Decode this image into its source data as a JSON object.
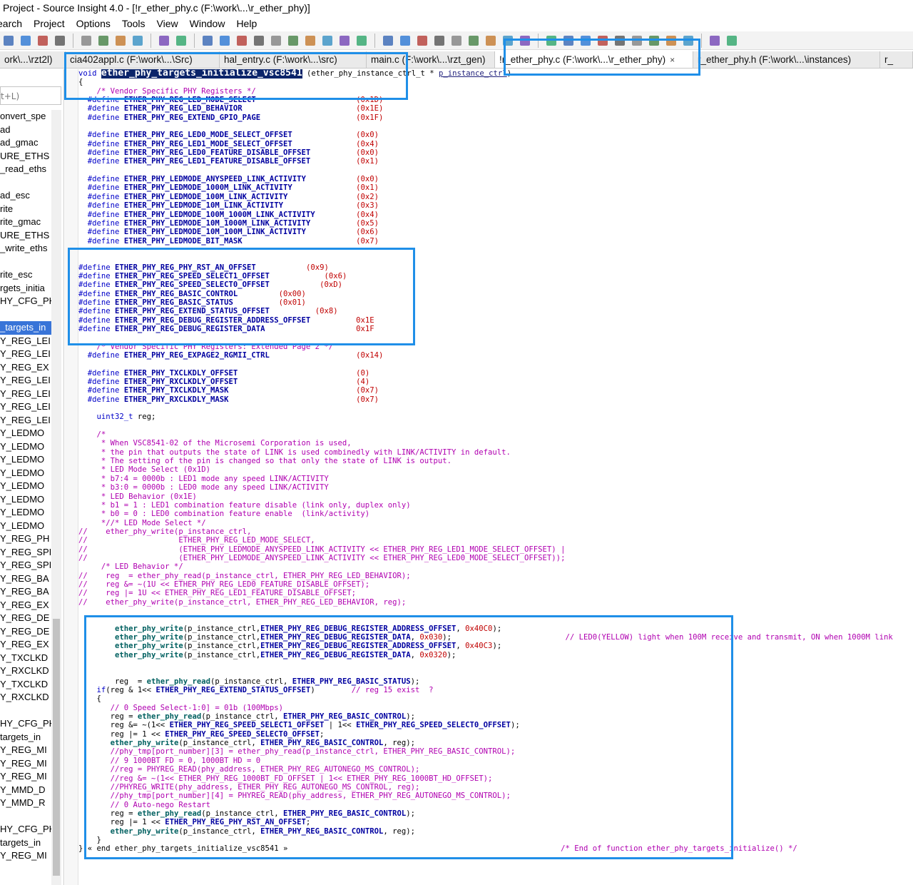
{
  "window": {
    "title": "Project - Source Insight 4.0 - [!r_ether_phy.c (F:\\work\\...\\r_ether_phy)]"
  },
  "menu": [
    "earch",
    "Project",
    "Options",
    "Tools",
    "View",
    "Window",
    "Help"
  ],
  "toolbar_icons": [
    "file-open-icon",
    "save-icon",
    "save-all-icon",
    "close-icon",
    "print-icon",
    "cut-icon",
    "copy-icon",
    "paste-icon",
    "undo-icon",
    "redo-icon",
    "select-icon",
    "jump-up-icon",
    "jump-down-icon",
    "bookmark-icon",
    "replace-icon",
    "browse-icon",
    "find-prev-icon",
    "find-next-icon",
    "go-back-icon",
    "go-forward-icon",
    "project-icon",
    "symbol-icon",
    "relation-icon",
    "context-icon",
    "lookup-icon",
    "window-icon",
    "split-icon",
    "tile-icon",
    "cascade-icon",
    "sync-icon",
    "refresh-icon",
    "outline-icon",
    "report-icon",
    "options-icon",
    "keys-icon",
    "tree-icon",
    "plugin-icon",
    "compare-icon",
    "grid-icon",
    "add-icon"
  ],
  "tabs": [
    {
      "label": "ork\\...\\rzt2l)",
      "active": false
    },
    {
      "label": "cia402appl.c (F:\\work\\...\\Src)",
      "active": false
    },
    {
      "label": "hal_entry.c (F:\\work\\...\\src)",
      "active": false
    },
    {
      "label": "main.c (F:\\work\\...\\rzt_gen)",
      "active": false
    },
    {
      "label": "!r_ether_phy.c (F:\\work\\...\\r_ether_phy)",
      "active": true,
      "close": "×"
    },
    {
      "label": "r_ether_phy.h (F:\\work\\...\\instances)",
      "active": false
    },
    {
      "label": "r_",
      "active": false
    }
  ],
  "left_panel": {
    "filter_label": "t+L)",
    "items": [
      "onvert_spe",
      "ad",
      "ad_gmac",
      "URE_ETHS",
      "_read_eths",
      "",
      "ad_esc",
      "rite",
      "rite_gmac",
      "URE_ETHS",
      "_write_eths",
      "",
      "rite_esc",
      "rgets_initia",
      "HY_CFG_PH",
      "",
      "_targets_in",
      "Y_REG_LEI",
      "Y_REG_LEI",
      "Y_REG_EX",
      "Y_REG_LEI",
      "Y_REG_LEI",
      "Y_REG_LEI",
      "Y_REG_LEI",
      "Y_LEDMO",
      "Y_LEDMO",
      "Y_LEDMO",
      "Y_LEDMO",
      "Y_LEDMO",
      "Y_LEDMO",
      "Y_LEDMO",
      "Y_LEDMO",
      "Y_REG_PH",
      "Y_REG_SPI",
      "Y_REG_SPI",
      "Y_REG_BA",
      "Y_REG_BA",
      "Y_REG_EX",
      "Y_REG_DE",
      "Y_REG_DE",
      "Y_REG_EX",
      "Y_TXCLKD",
      "Y_RXCLKD",
      "Y_TXCLKD",
      "Y_RXCLKD",
      "",
      "HY_CFG_PH",
      "targets_in",
      "Y_REG_MI",
      "Y_REG_MI",
      "Y_REG_MI",
      "Y_MMD_D",
      "Y_MMD_R",
      "",
      "HY_CFG_PH",
      "targets_in",
      "Y_REG_MI"
    ],
    "selected_index": 16
  },
  "code": {
    "function_name": "ether_phy_targets_initialize_vsc8541",
    "lines": [
      "void ether_phy_targets_initialize_vsc8541 (ether_phy_instance_ctrl_t * p_instance_ctrl)",
      "{",
      "    /* Vendor Specific PHY Registers */",
      "  #define ETHER_PHY_REG_LED_MODE_SELECT                      (0x1D)",
      "  #define ETHER_PHY_REG_LED_BEHAVIOR                         (0x1E)",
      "  #define ETHER_PHY_REG_EXTEND_GPIO_PAGE                     (0x1F)",
      "",
      "  #define ETHER_PHY_REG_LED0_MODE_SELECT_OFFSET              (0x0)",
      "  #define ETHER_PHY_REG_LED1_MODE_SELECT_OFFSET              (0x4)",
      "  #define ETHER_PHY_REG_LED0_FEATURE_DISABLE_OFFSET          (0x0)",
      "  #define ETHER_PHY_REG_LED1_FEATURE_DISABLE_OFFSET          (0x1)",
      "",
      "  #define ETHER_PHY_LEDMODE_ANYSPEED_LINK_ACTIVITY           (0x0)",
      "  #define ETHER_PHY_LEDMODE_1000M_LINK_ACTIVITY              (0x1)",
      "  #define ETHER_PHY_LEDMODE_100M_LINK_ACTIVITY               (0x2)",
      "  #define ETHER_PHY_LEDMODE_10M_LINK_ACTIVITY                (0x3)",
      "  #define ETHER_PHY_LEDMODE_100M_1000M_LINK_ACTIVITY         (0x4)",
      "  #define ETHER_PHY_LEDMODE_10M_1000M_LINK_ACTIVITY          (0x5)",
      "  #define ETHER_PHY_LEDMODE_10M_100M_LINK_ACTIVITY           (0x6)",
      "  #define ETHER_PHY_LEDMODE_BIT_MASK                         (0x7)",
      "",
      "",
      "#define ETHER_PHY_REG_PHY_RST_AN_OFFSET           (0x9)",
      "#define ETHER_PHY_REG_SPEED_SELECT1_OFFSET            (0x6)",
      "#define ETHER_PHY_REG_SPEED_SELECT0_OFFSET           (0xD)",
      "#define ETHER_PHY_REG_BASIC_CONTROL         (0x00)",
      "#define ETHER_PHY_REG_BASIC_STATUS          (0x01)",
      "#define ETHER_PHY_REG_EXTEND_STATUS_OFFSET          (0x8)",
      "#define ETHER_PHY_REG_DEBUG_REGISTER_ADDRESS_OFFSET          0x1E",
      "#define ETHER_PHY_REG_DEBUG_REGISTER_DATA                    0x1F",
      "",
      "    /* Vendor Specific PHY Registers: Extended Page 2 */",
      "  #define ETHER_PHY_REG_EXPAGE2_RGMII_CTRL                   (0x14)",
      "",
      "  #define ETHER_PHY_TXCLKDLY_OFFSET                          (0)",
      "  #define ETHER_PHY_RXCLKDLY_OFFSET                          (4)",
      "  #define ETHER_PHY_TXCLKDLY_MASK                            (0x7)",
      "  #define ETHER_PHY_RXCLKDLY_MASK                            (0x7)",
      "",
      "    uint32_t reg;",
      "",
      "    /*",
      "     * When VSC8541-02 of the Microsemi Corporation is used,",
      "     * the pin that outputs the state of LINK is used combinedly with LINK/ACTIVITY in default.",
      "     * The setting of the pin is changed so that only the state of LINK is output.",
      "     * LED Mode Select (0x1D)",
      "     * b7:4 = 0000b : LED1 mode any speed LINK/ACTIVITY",
      "     * b3:0 = 0000b : LED0 mode any speed LINK/ACTIVITY",
      "     * LED Behavior (0x1E)",
      "     * b1 = 1 : LED1 combination feature disable (link only, duplex only)",
      "     * b0 = 0 : LED0 combination feature enable  (link/activity)",
      "     *//* LED Mode Select */",
      "//    ether_phy_write(p_instance_ctrl,",
      "//                    ETHER_PHY_REG_LED_MODE_SELECT,",
      "//                    (ETHER_PHY_LEDMODE_ANYSPEED_LINK_ACTIVITY << ETHER_PHY_REG_LED1_MODE_SELECT_OFFSET) |",
      "//                    (ETHER_PHY_LEDMODE_ANYSPEED_LINK_ACTIVITY << ETHER_PHY_REG_LED0_MODE_SELECT_OFFSET));",
      "     /* LED Behavior */",
      "//    reg  = ether_phy_read(p_instance_ctrl, ETHER_PHY_REG_LED_BEHAVIOR);",
      "//    reg &= ~(1U << ETHER_PHY_REG_LED0_FEATURE_DISABLE_OFFSET);",
      "//    reg |= 1U << ETHER_PHY_REG_LED1_FEATURE_DISABLE_OFFSET;",
      "//    ether_phy_write(p_instance_ctrl, ETHER_PHY_REG_LED_BEHAVIOR, reg);",
      "",
      "",
      "        ether_phy_write(p_instance_ctrl,ETHER_PHY_REG_DEBUG_REGISTER_ADDRESS_OFFSET, 0x40C0);",
      "        ether_phy_write(p_instance_ctrl,ETHER_PHY_REG_DEBUG_REGISTER_DATA, 0x030);                         // LED0(YELLOW) light when 100M receive and transmit, ON when 1000M link",
      "        ether_phy_write(p_instance_ctrl,ETHER_PHY_REG_DEBUG_REGISTER_ADDRESS_OFFSET, 0x40C3);",
      "        ether_phy_write(p_instance_ctrl,ETHER_PHY_REG_DEBUG_REGISTER_DATA, 0x0320);",
      "",
      "",
      "        reg  = ether_phy_read(p_instance_ctrl, ETHER_PHY_REG_BASIC_STATUS);",
      "    if(reg & 1<< ETHER_PHY_REG_EXTEND_STATUS_OFFSET)        // reg 15 exist  ?",
      "    {",
      "       // 0 Speed Select-1:0] = 01b (100Mbps)",
      "       reg = ether_phy_read(p_instance_ctrl, ETHER_PHY_REG_BASIC_CONTROL);",
      "       reg &= ~(1<< ETHER_PHY_REG_SPEED_SELECT1_OFFSET | 1<< ETHER_PHY_REG_SPEED_SELECT0_OFFSET);",
      "       reg |= 1 << ETHER_PHY_REG_SPEED_SELECT0_OFFSET;",
      "       ether_phy_write(p_instance_ctrl, ETHER_PHY_REG_BASIC_CONTROL, reg);",
      "       //phy_tmp[port_number][3] = ether_phy_read(p_instance_ctrl, ETHER_PHY_REG_BASIC_CONTROL);",
      "       // 9 1000BT FD = 0, 1000BT HD = 0",
      "       //reg = PHYREG_READ(phy_address, ETHER_PHY_REG_AUTONEGO_MS_CONTROL);",
      "       //reg &= ~(1<< ETHER_PHY_REG_1000BT_FD_OFFSET | 1<< ETHER_PHY_REG_1000BT_HD_OFFSET);",
      "       //PHYREG_WRITE(phy_address, ETHER_PHY_REG_AUTONEGO_MS_CONTROL, reg);",
      "       //phy_tmp[port_number][4] = PHYREG_READ(phy_address, ETHER_PHY_REG_AUTONEGO_MS_CONTROL);",
      "       // 0 Auto-nego Restart",
      "       reg = ether_phy_read(p_instance_ctrl, ETHER_PHY_REG_BASIC_CONTROL);",
      "       reg |= 1 << ETHER_PHY_REG_PHY_RST_AN_OFFSET;",
      "       ether_phy_write(p_instance_ctrl, ETHER_PHY_REG_BASIC_CONTROL, reg);",
      "    }",
      "} « end ether_phy_targets_initialize_vsc8541 »                                                            /* End of function ether_phy_targets_initialize() */"
    ]
  }
}
